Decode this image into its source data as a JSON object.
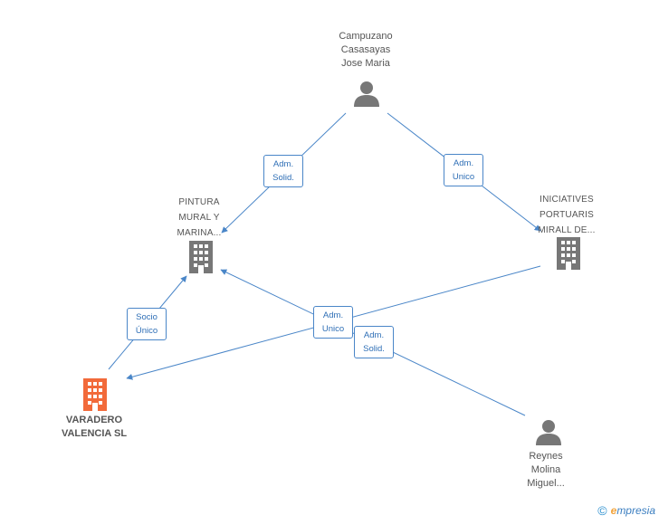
{
  "nodes": {
    "campuzano": {
      "label": "Campuzano\nCasasayas\nJose Maria",
      "type": "person"
    },
    "pintura": {
      "label": "PINTURA\nMURAL Y\nMARINA...",
      "type": "company"
    },
    "iniciatives": {
      "label": "INICIATIVES\nPORTUARIS\nMIRALL DE...",
      "type": "company"
    },
    "varadero": {
      "label": "VARADERO\nVALENCIA SL",
      "type": "company-main"
    },
    "reynes": {
      "label": "Reynes\nMolina\nMiguel...",
      "type": "person"
    }
  },
  "edges": {
    "campuzano_pintura": "Adm.\nSolid.",
    "campuzano_iniciatives": "Adm.\nUnico",
    "varadero_pintura": "Socio\nÚnico",
    "iniciatives_varadero": "Adm.\nUnico",
    "reynes_pintura": "Adm.\nSolid."
  },
  "footer": {
    "copyright": "©",
    "brand_initial": "e",
    "brand_rest": "mpresia"
  },
  "colors": {
    "line": "#4a86c8",
    "node_gray": "#777777",
    "main_company": "#f26a3a"
  }
}
